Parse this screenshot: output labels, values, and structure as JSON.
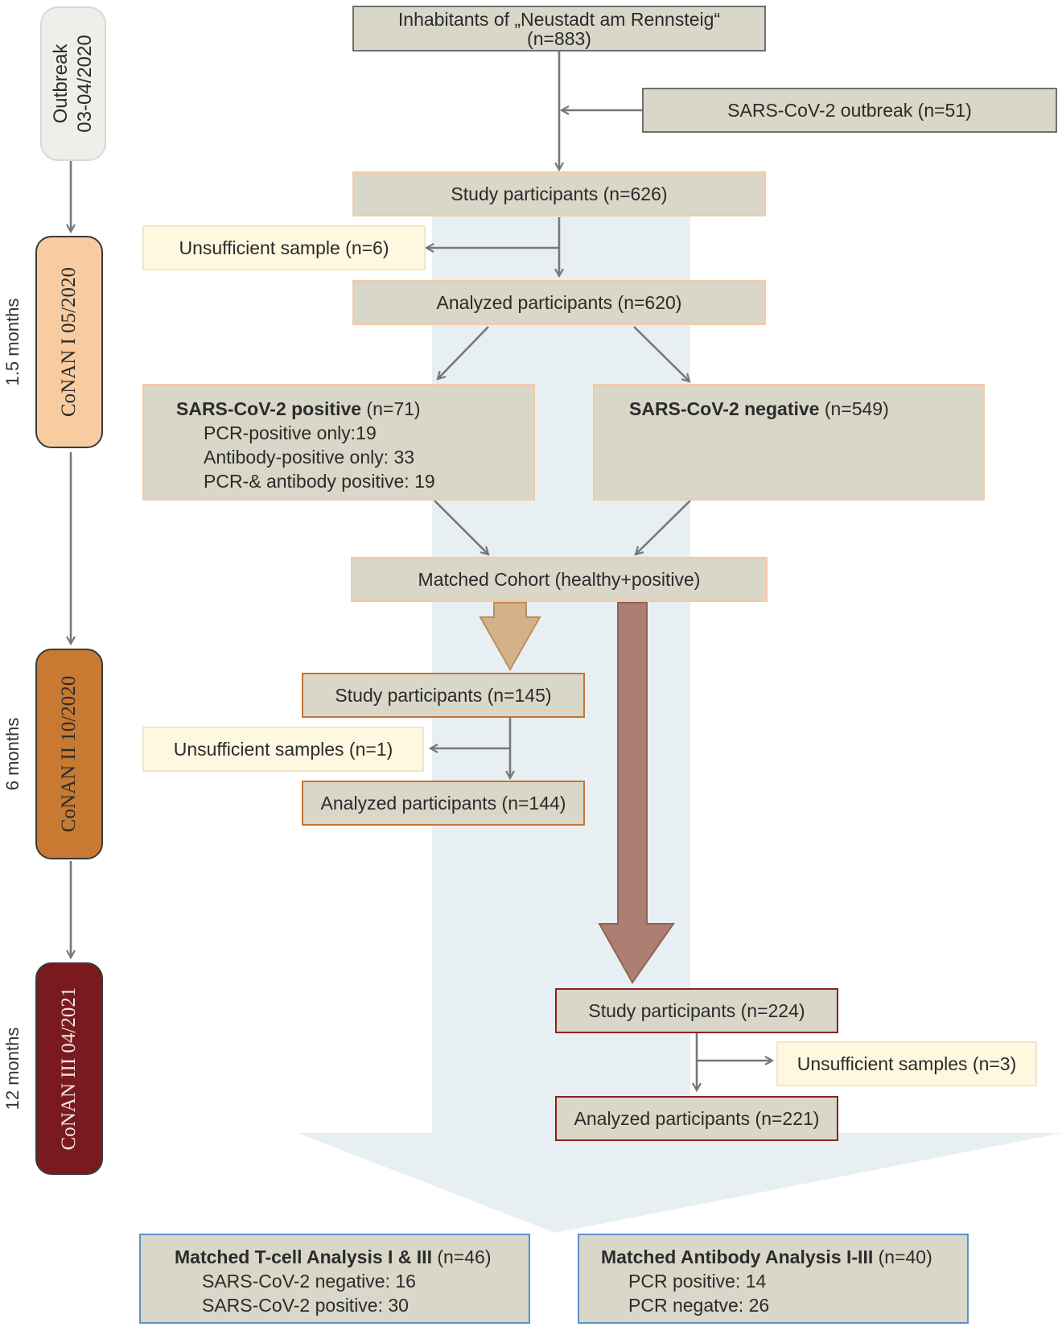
{
  "timeline": {
    "outbreak_line1": "Outbreak",
    "outbreak_line2": "03-04/2020",
    "conan1": "CoNAN I  05/2020",
    "conan2": "CoNAN II 10/2020",
    "conan3": "CoNAN III 04/2021",
    "month1": "1.5 months",
    "month2": "6 months",
    "month3": "12 months"
  },
  "boxes": {
    "inhabitants_line1": "Inhabitants of „Neustadt am Rennsteig“",
    "inhabitants_line2": "(n=883)",
    "outbreak": "SARS-CoV-2 outbreak (n=51)",
    "study1": "Study participants (n=626)",
    "unsufficient1": "Unsufficient sample (n=6)",
    "analyzed1": "Analyzed participants (n=620)",
    "positive": {
      "title": "SARS-CoV-2 positive",
      "count": " (n=71)",
      "details": [
        "PCR-positive only:19",
        "Antibody-positive only: 33",
        "PCR-& antibody positive: 19"
      ]
    },
    "negative": {
      "title": "SARS-CoV-2 negative",
      "count": " (n=549)"
    },
    "matched_cohort": "Matched Cohort (healthy+positive)",
    "study2": "Study participants (n=145)",
    "unsufficient2": "Unsufficient samples (n=1)",
    "analyzed2": "Analyzed participants (n=144)",
    "study3": "Study participants (n=224)",
    "unsufficient3": "Unsufficient samples (n=3)",
    "analyzed3": "Analyzed participants (n=221)",
    "tcell": {
      "title": "Matched T-cell Analysis I & III",
      "count": " (n=46)",
      "details": [
        "SARS-CoV-2 negative: 16",
        "SARS-CoV-2 positive: 30"
      ]
    },
    "antibody": {
      "title": "Matched Antibody Analysis I-III",
      "count": " (n=40)",
      "details": [
        "PCR positive: 14",
        "PCR negatve: 26"
      ]
    }
  },
  "colors": {
    "box_fill": "#d8d7c8",
    "cream_fill": "#fff8e0",
    "flow_band": "#e7eff2",
    "outbreak_pill": "#eeeeea",
    "conan1": "#f8cba0",
    "conan2": "#c87a32",
    "conan3": "#7a1a1e",
    "tan_arrow": "#d4b188",
    "brown_arrow": "#ad7f73",
    "connector": "#777777"
  }
}
